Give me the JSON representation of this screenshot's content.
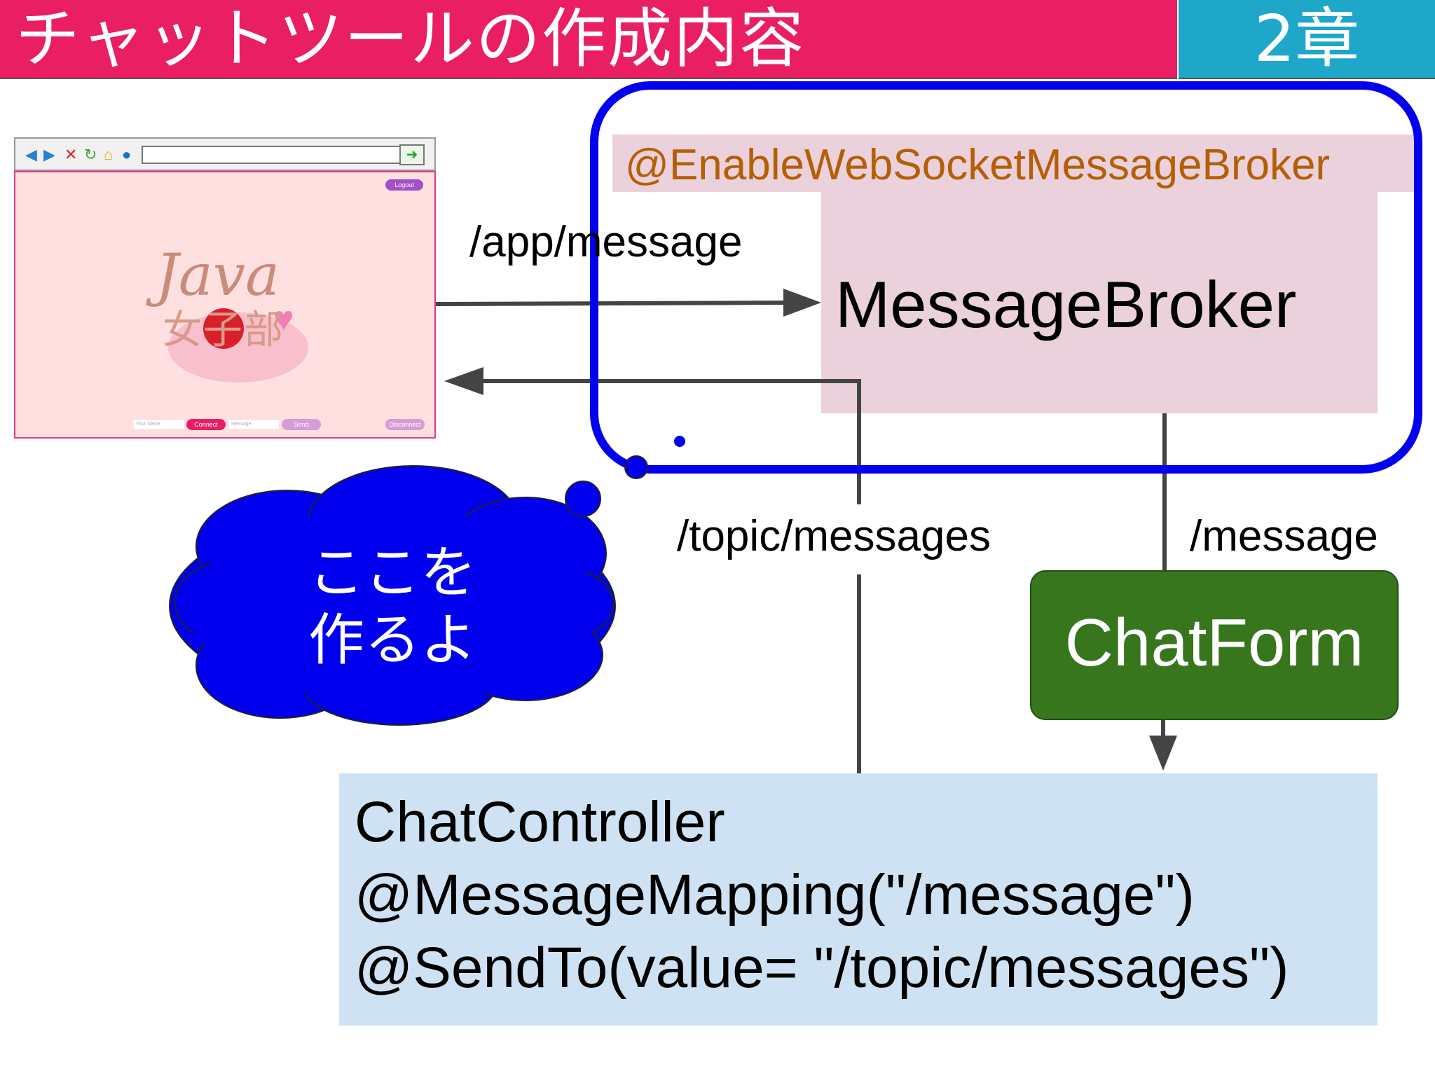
{
  "header": {
    "title": "チャットツールの作成内容",
    "chapter": "2章",
    "title_color": "#e91e63",
    "chapter_color": "#1ea7c9"
  },
  "browser_mockup": {
    "logout": "Logout",
    "name_placeholder": "Your Name",
    "connect": "Connect",
    "message_placeholder": "Message",
    "send": "Send",
    "disconnect": "Disconnect",
    "logo_text": "Java",
    "logo_subtext": "女子部"
  },
  "diagram": {
    "enable_annotation": "@EnableWebSocketMessageBroker",
    "broker": "MessageBroker",
    "chatform": "ChatForm",
    "controller_lines": [
      "ChatController",
      "@MessageMapping(\"/message\")",
      "@SendTo(value= \"/topic/messages\")"
    ],
    "edge_labels": {
      "app_message": "/app/message",
      "topic_messages": "/topic/messages",
      "message": "/message"
    },
    "bubble_lines": [
      "ここを",
      "作るよ"
    ],
    "colors": {
      "broker_fill": "#ead1dc",
      "chatform_fill": "#38761d",
      "controller_fill": "#cfe2f3",
      "highlight_stroke": "#0000ee",
      "bubble_fill": "#0000ee",
      "arrow": "#444444"
    }
  }
}
